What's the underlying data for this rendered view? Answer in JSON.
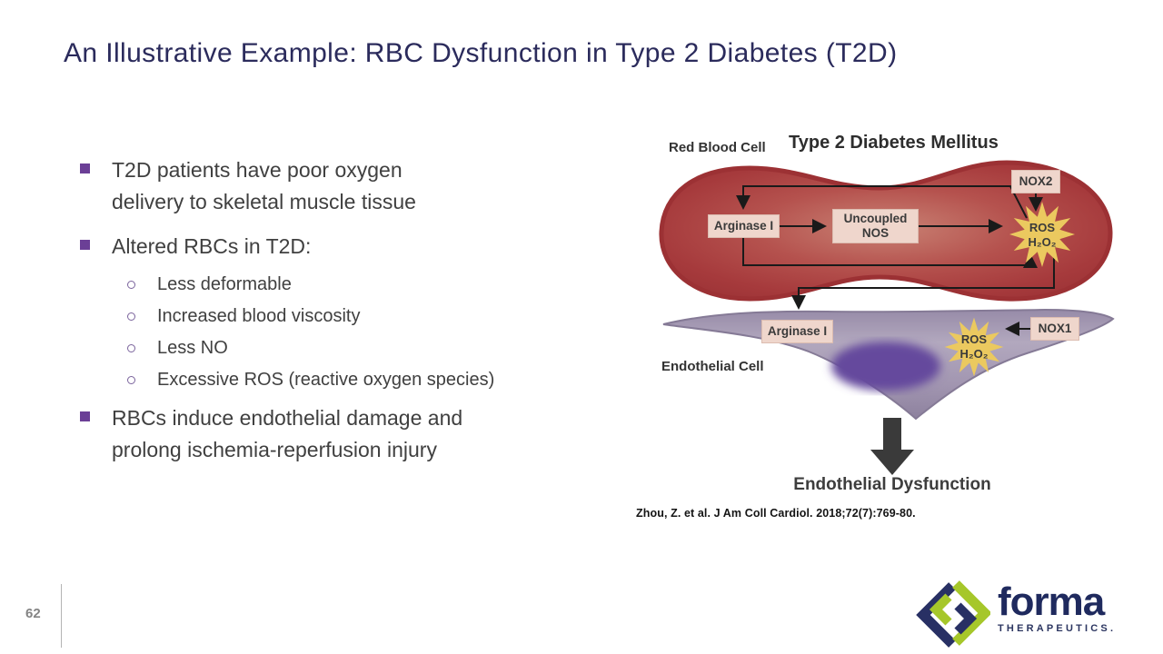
{
  "slide": {
    "title": "An Illustrative Example: RBC Dysfunction in Type 2 Diabetes (T2D)",
    "page_number": "62"
  },
  "bullets": {
    "item1": {
      "line1": "T2D patients have poor oxygen",
      "line2": "delivery to skeletal muscle tissue"
    },
    "item2": {
      "line1": "Altered RBCs in T2D:"
    },
    "sub_items": [
      {
        "label": "Less deformable"
      },
      {
        "label": "Increased blood viscosity"
      },
      {
        "label": "Less NO"
      },
      {
        "label": "Excessive ROS (reactive oxygen species)"
      }
    ],
    "item3": {
      "line1": "RBCs induce endothelial damage and",
      "line2": "prolong ischemia-reperfusion injury"
    }
  },
  "diagram": {
    "title": "Type 2 Diabetes Mellitus",
    "rbc_label": "Red Blood Cell",
    "endothelial_label": "Endothelial Cell",
    "nox2_label": "NOX2",
    "nox1_label": "NOX1",
    "arginase_rbc_label": "Arginase I",
    "arginase_endo_label": "Arginase I",
    "uncoupled_line1": "Uncoupled",
    "uncoupled_line2": "NOS",
    "ros_label": "ROS",
    "h2o2_label": "H₂O₂",
    "dysfunction_label": "Endothelial Dysfunction",
    "citation": "Zhou, Z. et al. J Am Coll Cardiol. 2018;72(7):769-80."
  },
  "footer": {
    "logo_word": "forma",
    "logo_subtitle": "THERAPEUTICS."
  },
  "colors": {
    "title_navy": "#2b2b5c",
    "body_text": "#404040",
    "bullet_purple": "#6b3f96",
    "rbc_red_edge": "#a23539",
    "rbc_red_center": "#c97f72",
    "starburst_gold": "#ebc95f",
    "label_box_pink": "#efd6cc",
    "endothelial_purple": "#a79cb3",
    "nucleus_purple": "#65489d",
    "logo_navy": "#1f2a5e",
    "logo_green": "#a6c72a"
  }
}
